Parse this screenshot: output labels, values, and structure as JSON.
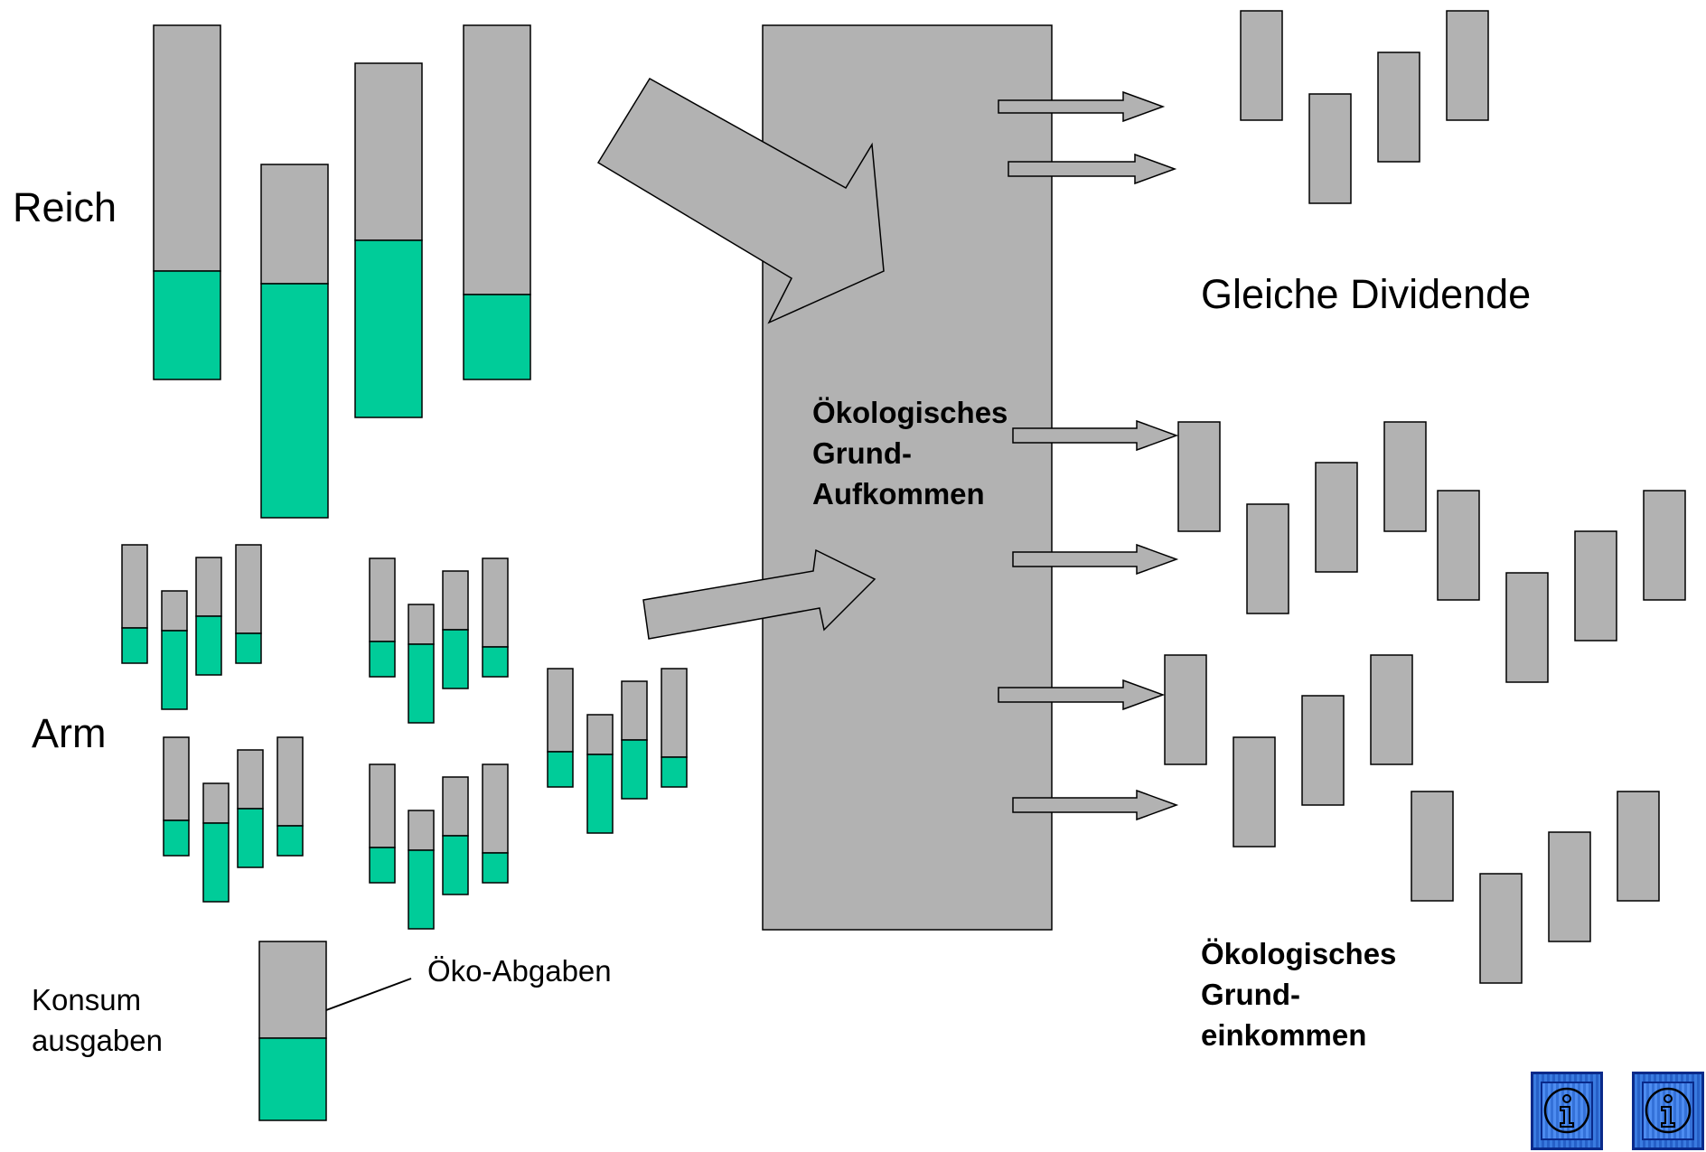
{
  "labels": {
    "reich": "Reich",
    "arm": "Arm",
    "konsum_line1": "Konsum",
    "konsum_line2": "ausgaben",
    "oeko_abgaben": "Öko-Abgaben",
    "gleiche_dividende": "Gleiche Dividende",
    "pool_line1": "Ökologisches",
    "pool_line2": "Grund-",
    "pool_line3": "Aufkommen",
    "grund_line1": "Ökologisches",
    "grund_line2": "Grund-",
    "grund_line3": "einkommen"
  },
  "colors": {
    "gray": "#b2b2b2",
    "green": "#00cc99",
    "stroke": "#000000",
    "info_blue": "#3a7be0"
  },
  "icons": [
    "info-icon",
    "info-icon"
  ]
}
